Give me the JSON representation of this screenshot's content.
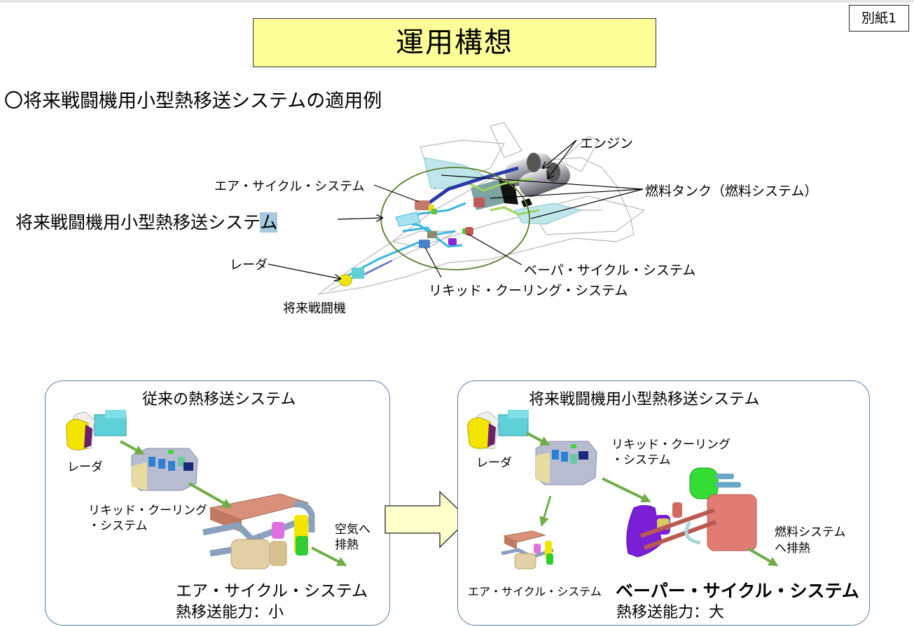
{
  "attachment_label": "別紙1",
  "title": "運用構想",
  "section_heading": "〇将来戦闘機用小型熱移送システムの適用例",
  "aircraft_diagram": {
    "labels": {
      "engine": "エンジン",
      "fuel_tank": "燃料タンク（燃料システム）",
      "air_cycle": "エア・サイクル・システム",
      "system_main_prefix": "将来戦闘機用小型熱移送システ",
      "system_main_highlight": "ム",
      "radar": "レーダ",
      "vapor_cycle": "ベーパ・サイクル・システム",
      "liquid_cooling": "リキッド・クーリング・システム",
      "aircraft": "将来戦闘機"
    },
    "colors": {
      "circle": "#5a7f2e",
      "fuel_tank_panel": "#bfe6ea",
      "duct_dark": "#2b3aa8",
      "duct_light": "#39b4e0",
      "fuel_line": "#9cd45a"
    }
  },
  "panels": {
    "conventional": {
      "title": "従来の熱移送システム",
      "radar": "レーダ",
      "liquid_cooling_line1": "リキッド・クーリング",
      "liquid_cooling_line2": "・システム",
      "exhaust_line1": "空気へ",
      "exhaust_line2": "排熱",
      "system_name": "エア・サイクル・システム",
      "capacity": "熱移送能力：小"
    },
    "future": {
      "title": "将来戦闘機用小型熱移送システム",
      "radar": "レーダ",
      "liquid_cooling_line1": "リキッド・クーリング",
      "liquid_cooling_line2": "・システム",
      "air_cycle_small": "エア・サイクル・システム",
      "exhaust_line1": "燃料システム",
      "exhaust_line2": "へ排熱",
      "system_name": "ベーパー・サイクル・システム",
      "capacity": "熱移送能力：大"
    }
  },
  "colors": {
    "title_bg": "#ffff99",
    "panel_border": "#5b7fa6",
    "arrow_green": "#70ad47",
    "big_arrow_fill": "#ffffcc",
    "radar_yellow": "#f2e600",
    "radar_cyan": "#5fd0d8",
    "vapor_purple": "#7a1fd6",
    "vapor_green": "#33dd33",
    "vapor_red": "#e07c74",
    "air_cycle_copper": "#d9907a"
  }
}
